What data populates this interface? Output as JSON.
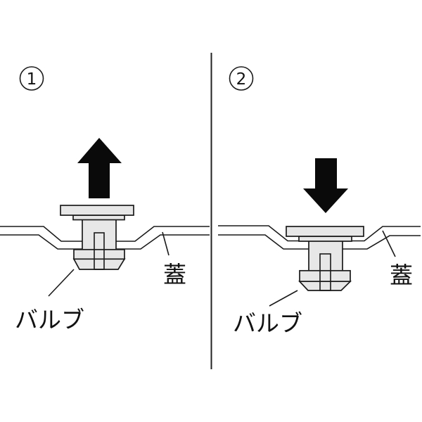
{
  "colors": {
    "background": "#ffffff",
    "line": "#1a1a1a",
    "valve_fill": "#e7e7e7",
    "arrow": "#0a0a0a",
    "text": "#111111"
  },
  "panels": [
    {
      "number": "1",
      "arrow_direction": "up",
      "labels": {
        "valve": "バルブ",
        "lid": "蓋"
      }
    },
    {
      "number": "2",
      "arrow_direction": "down",
      "labels": {
        "valve": "バルブ",
        "lid": "蓋"
      }
    }
  ]
}
